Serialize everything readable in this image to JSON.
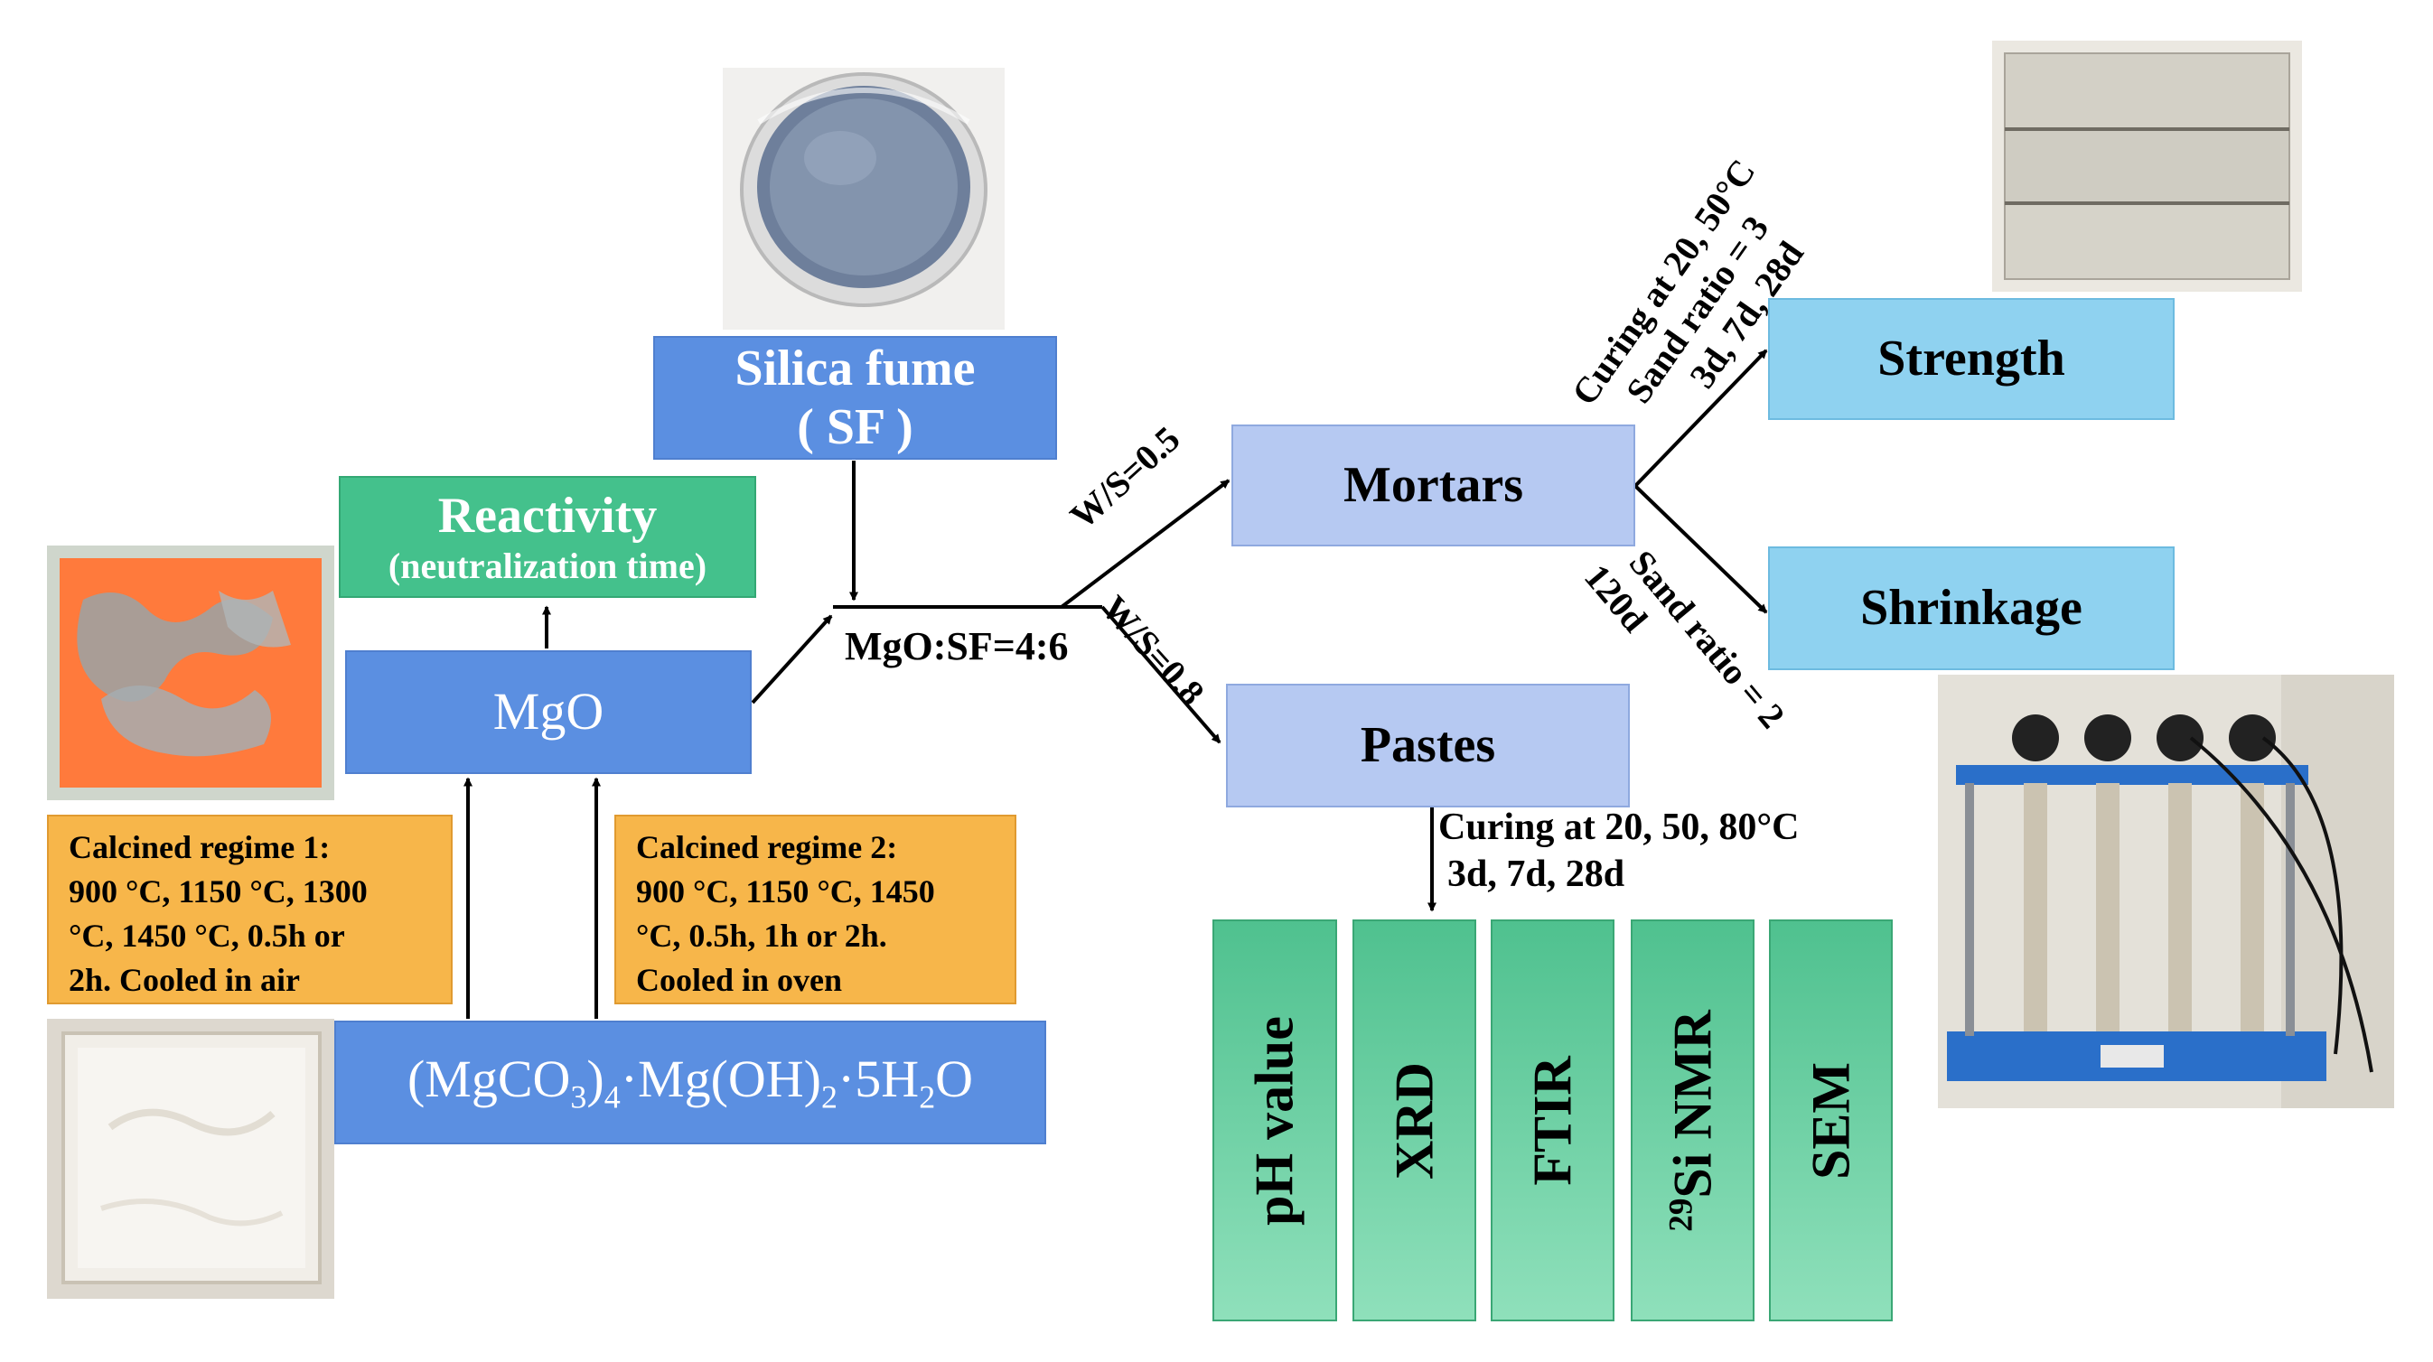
{
  "boxes": {
    "silica_fume": {
      "line1": "Silica fume",
      "line2": "( SF )"
    },
    "reactivity": {
      "line1": "Reactivity",
      "line2": "(neutralization time)"
    },
    "mgo": "MgO",
    "precursor": {
      "part1": "(MgCO",
      "sub1": "3",
      "part2": ")",
      "sub2": "4",
      "part3": "·Mg(OH)",
      "sub3": "2",
      "part4": "·5H",
      "sub4": "2",
      "part5": "O"
    },
    "mortars": "Mortars",
    "pastes": "Pastes",
    "strength": "Strength",
    "shrinkage": "Shrinkage"
  },
  "regime1": [
    "Calcined regime 1:",
    "900 °C, 1150 °C, 1300",
    "°C, 1450 °C, 0.5h or",
    "2h. Cooled in air"
  ],
  "regime2": [
    "Calcined regime 2:",
    "900 °C, 1150 °C, 1450",
    "°C, 0.5h, 1h or 2h.",
    "Cooled in oven"
  ],
  "labels": {
    "ratio": "MgO:SF=4:6",
    "ws_mortar": "W/S=0.5",
    "ws_paste": "W/S=0.8",
    "mortar_curing": [
      "Curing at 20, 50°C",
      "Sand ratio = 3",
      "3d, 7d, 28d"
    ],
    "shrinkage_cond": [
      "Sand ratio = 2",
      "120d"
    ],
    "paste_curing": [
      "Curing at 20, 50, 80°C",
      "3d, 7d, 28d"
    ]
  },
  "tests": {
    "ph": "pH value",
    "xrd": "XRD",
    "ftir": "FTIR",
    "nmr_sup": "29",
    "nmr": "Si NMR",
    "sem": "SEM"
  },
  "colors": {
    "blue_box": "#5b8fe1",
    "light_blue_box": "#b6c9f2",
    "sky_box": "#8fd2f0",
    "green_box": "#44c18c",
    "orange_box": "#f7b64a"
  }
}
